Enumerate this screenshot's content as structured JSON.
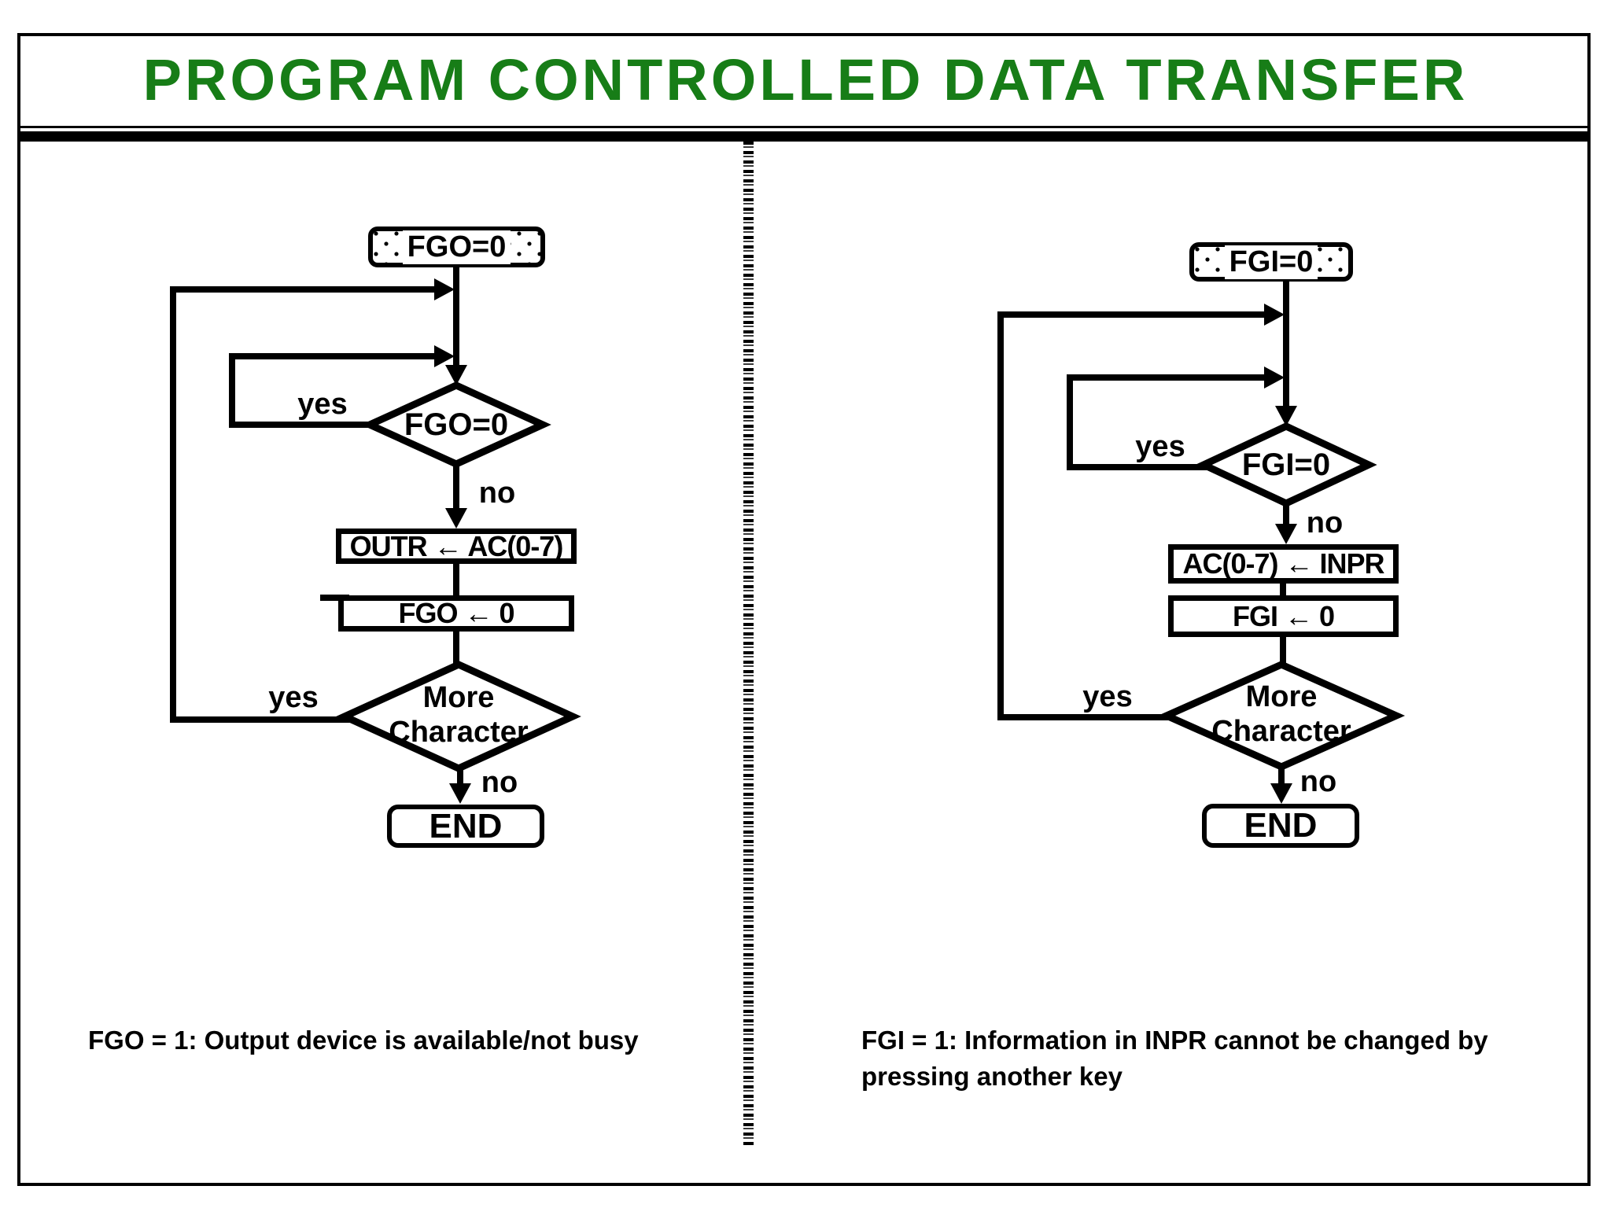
{
  "title": "PROGRAM CONTROLLED DATA TRANSFER",
  "colors": {
    "title_green": "#177d17",
    "line_black": "#000000"
  },
  "left_chart": {
    "start_label": "FGO=0",
    "decision1_label": "FGO=0",
    "decision1_yes": "yes",
    "decision1_no": "no",
    "process1_label": "OUTR ← AC(0-7)",
    "process2_label": "FGO ← 0",
    "decision2_label": "More Character",
    "decision2_yes": "yes",
    "decision2_no": "no",
    "end_label": "END",
    "caption": "FGO = 1: Output device is available/not busy"
  },
  "right_chart": {
    "start_label": "FGI=0",
    "decision1_label": "FGI=0",
    "decision1_yes": "yes",
    "decision1_no": "no",
    "process1_label": "AC(0-7) ← INPR",
    "process2_label": "FGI ← 0",
    "decision2_label": "More Character",
    "decision2_yes": "yes",
    "decision2_no": "no",
    "end_label": "END",
    "caption_line1": "FGI = 1: Information in INPR cannot be changed by",
    "caption_line2": "pressing another key"
  }
}
